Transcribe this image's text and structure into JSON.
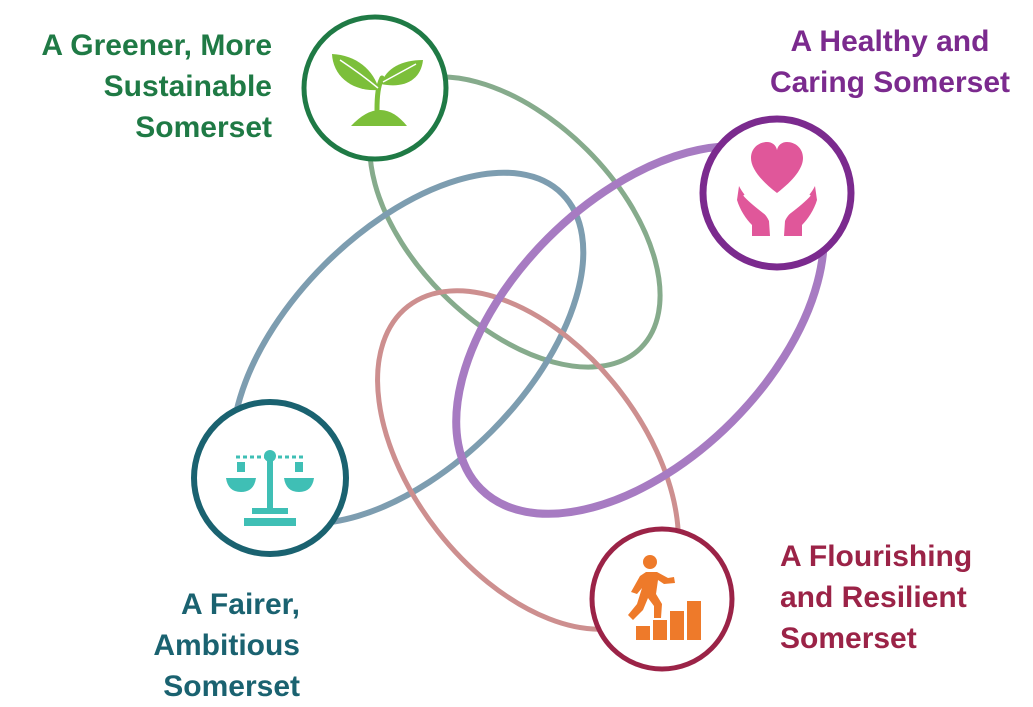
{
  "themes": [
    {
      "id": "greener",
      "lines": [
        "A Greener, More",
        "Sustainable",
        "Somerset"
      ],
      "color": "#1f7a45",
      "ring_color": "#86ab8c",
      "icon": "plant-sprout-icon",
      "icon_color": "#7cbf3a"
    },
    {
      "id": "healthy",
      "lines": [
        "A Healthy and",
        "Caring Somerset"
      ],
      "color": "#7b2a8e",
      "ring_color": "#a77bc2",
      "icon": "heart-in-hands-icon",
      "icon_color": "#e0579a"
    },
    {
      "id": "fairer",
      "lines": [
        "A Fairer,",
        "Ambitious",
        "Somerset"
      ],
      "color": "#1a6270",
      "ring_color": "#7d9db0",
      "icon": "balance-scales-icon",
      "icon_color": "#3fbfb5"
    },
    {
      "id": "flourishing",
      "lines": [
        "A Flourishing",
        "and Resilient",
        "Somerset"
      ],
      "color": "#9b2347",
      "ring_color": "#cd8f8f",
      "icon": "person-climbing-steps-icon",
      "icon_color": "#ee7a2a"
    }
  ]
}
